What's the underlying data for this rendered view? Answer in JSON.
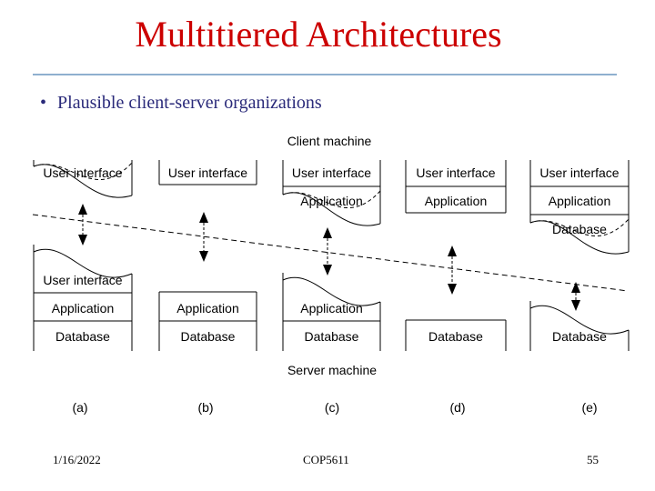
{
  "title": "Multitiered Architectures",
  "bullet": "Plausible client-server organizations",
  "diagram": {
    "client_label": "Client machine",
    "server_label": "Server machine",
    "columns": [
      {
        "caption": "(a)",
        "client": [
          "User interface"
        ],
        "server": [
          "User interface",
          "Application",
          "Database"
        ]
      },
      {
        "caption": "(b)",
        "client": [
          "User interface"
        ],
        "server": [
          "Application",
          "Database"
        ]
      },
      {
        "caption": "(c)",
        "client": [
          "User interface",
          "Application"
        ],
        "server": [
          "Application",
          "Database"
        ]
      },
      {
        "caption": "(d)",
        "client": [
          "User interface",
          "Application"
        ],
        "server": [
          "Database"
        ]
      },
      {
        "caption": "(e)",
        "client": [
          "User interface",
          "Application",
          "Database"
        ],
        "server": [
          "Database"
        ]
      }
    ]
  },
  "footer": {
    "date": "1/16/2022",
    "course": "COP5611",
    "page": "55"
  }
}
